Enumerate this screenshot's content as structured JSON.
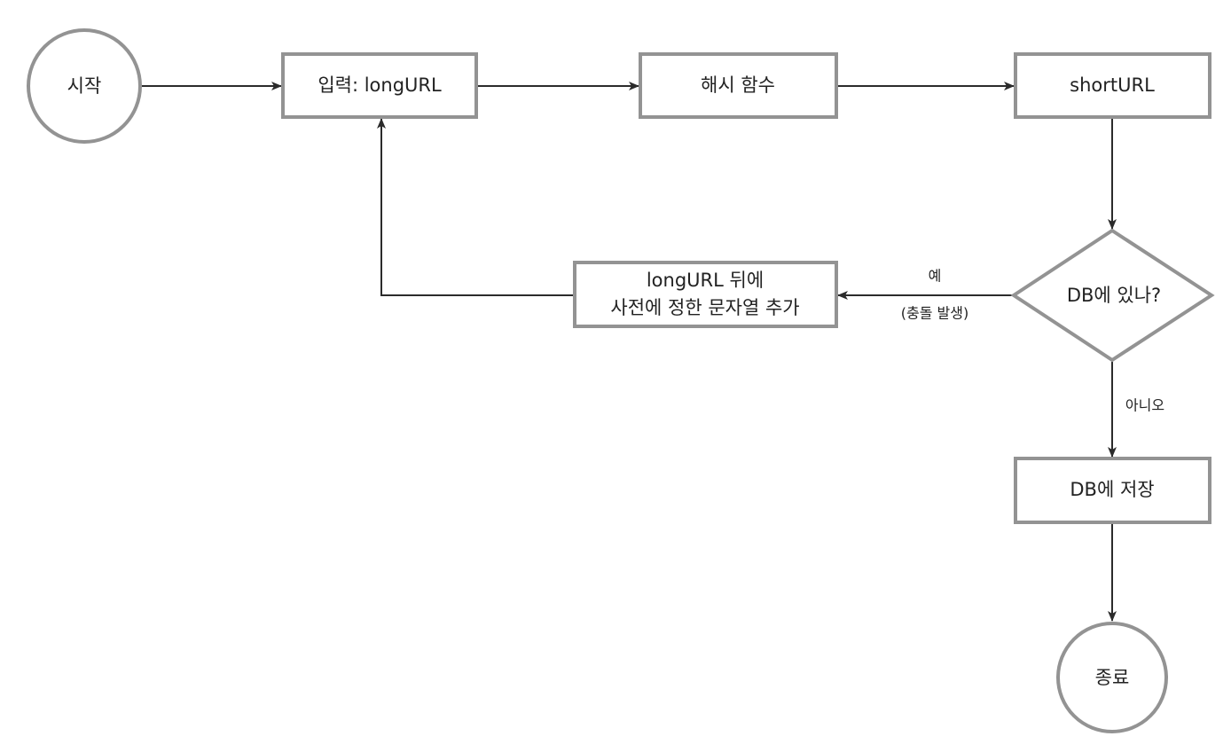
{
  "nodes": {
    "start": "시작",
    "input": "입력: longURL",
    "hash": "해시 함수",
    "short": "shortURL",
    "decision": "DB에 있나?",
    "append_line1": "longURL 뒤에",
    "append_line2": "사전에 정한 문자열 추가",
    "save": "DB에 저장",
    "end": "종료"
  },
  "edges": {
    "yes": "예",
    "yes_note": "(충돌 발생)",
    "no": "아니오"
  },
  "colors": {
    "node_stroke": "#939393",
    "edge": "#2b2b2b"
  }
}
